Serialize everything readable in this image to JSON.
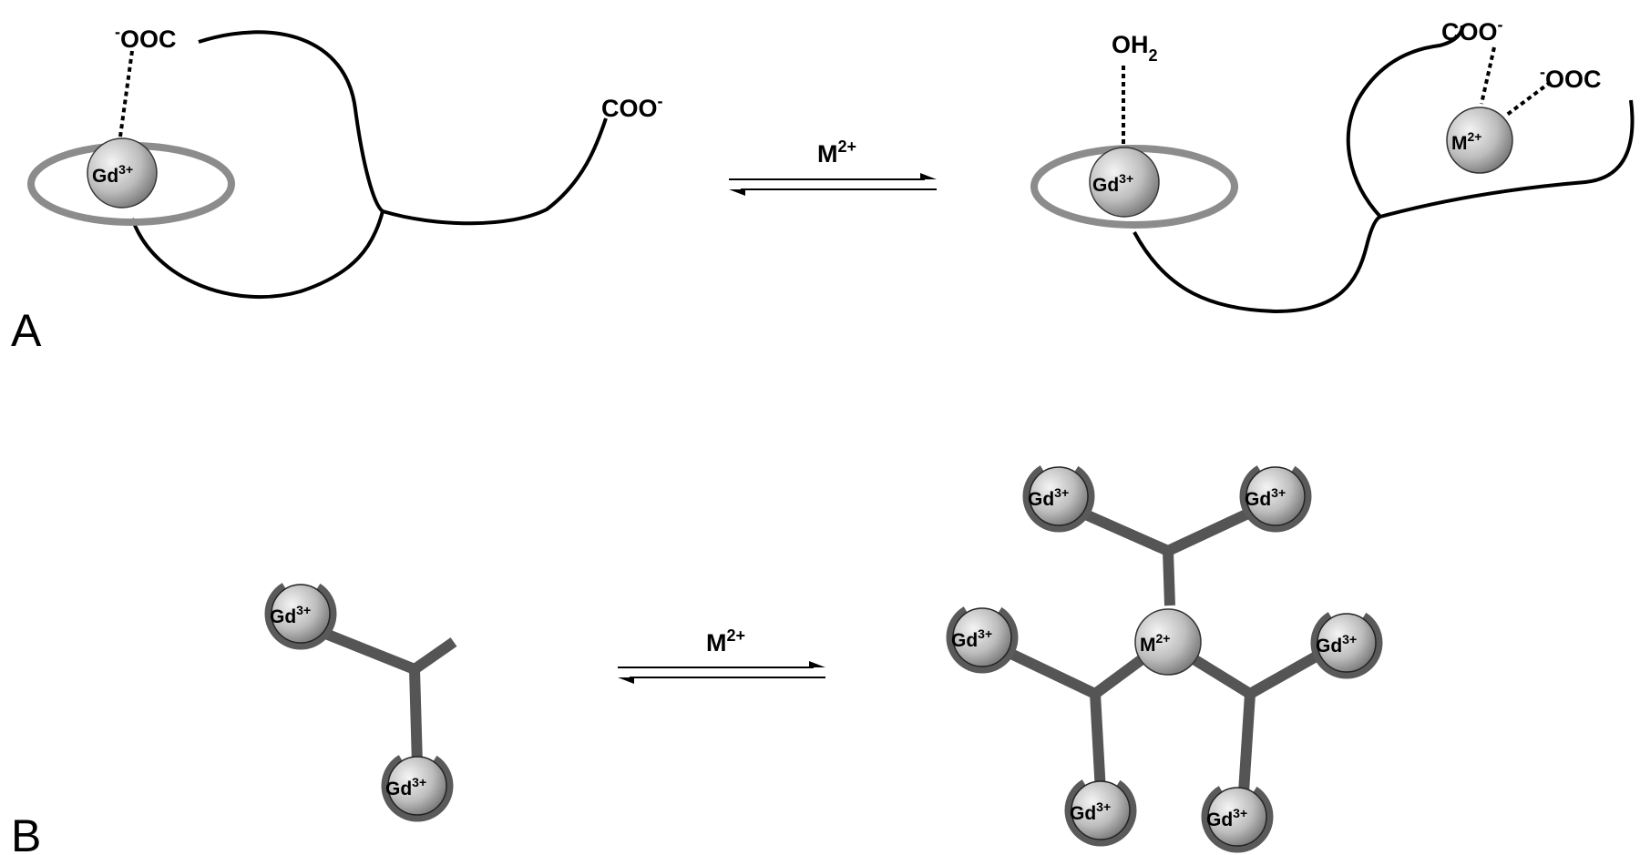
{
  "panels": {
    "a": "A",
    "b": "B"
  },
  "ions": {
    "gd": "Gd",
    "gd_charge": "3+",
    "m": "M",
    "m_charge": "2+"
  },
  "groups": {
    "ooc_minus": "-",
    "ooc_text": "OOC",
    "coo_text": "COO",
    "coo_minus": "-",
    "oh": "OH",
    "oh_sub": "2"
  },
  "arrows": {
    "a_label": "M",
    "a_label_charge": "2+",
    "b_label": "M",
    "b_label_charge": "2+"
  },
  "colors": {
    "chain": "#000000",
    "ring": "#8c8c8c",
    "linker": "#555555",
    "sphere_light": "#f2f2f2",
    "sphere_dark": "#7a7a7a"
  }
}
